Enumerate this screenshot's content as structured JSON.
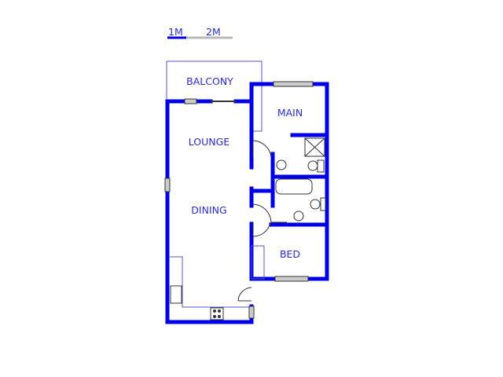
{
  "scale_bar": {
    "label_1": "1M",
    "label_2": "2M"
  },
  "rooms": {
    "balcony": "BALCONY",
    "main": "MAIN",
    "lounge": "LOUNGE",
    "dining": "DINING",
    "bed": "BED"
  },
  "colors": {
    "wall": "#0000e6",
    "label": "#2b2bd0",
    "scale_secondary": "#bbbbbb"
  }
}
